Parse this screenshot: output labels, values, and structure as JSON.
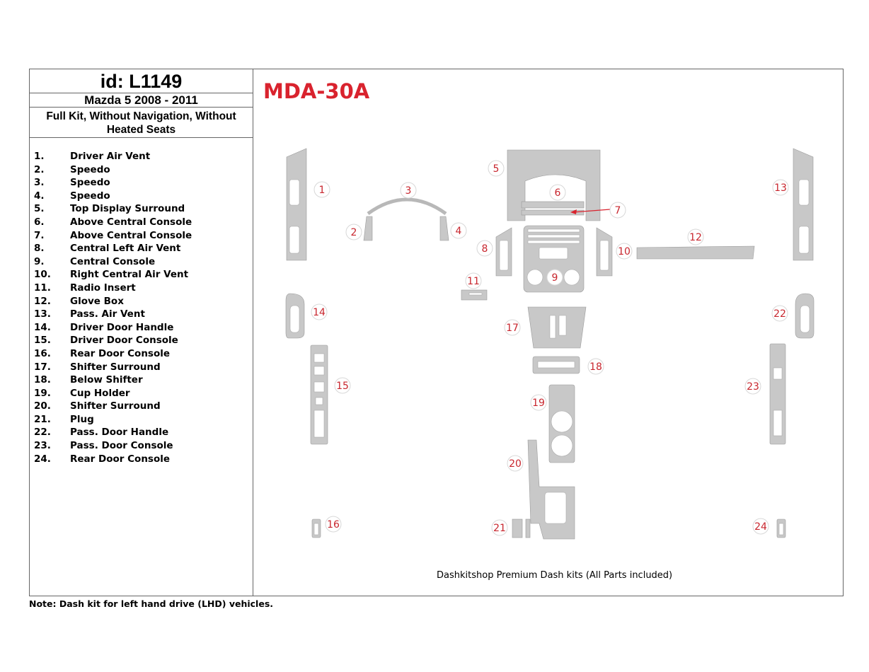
{
  "header": {
    "id_label": "id: L1149",
    "model": "Mazda 5 2008 - 2011",
    "kit_description": "Full Kit, Without Navigation, Without Heated Seats"
  },
  "product_code": "MDA-30A",
  "parts": [
    {
      "num": "1.",
      "name": "Driver Air Vent"
    },
    {
      "num": "2.",
      "name": "Speedo"
    },
    {
      "num": "3.",
      "name": "Speedo"
    },
    {
      "num": "4.",
      "name": "Speedo"
    },
    {
      "num": "5.",
      "name": "Top Display Surround"
    },
    {
      "num": "6.",
      "name": "Above Central Console"
    },
    {
      "num": "7.",
      "name": "Above Central Console"
    },
    {
      "num": "8.",
      "name": "Central Left Air Vent"
    },
    {
      "num": "9.",
      "name": "Central Console"
    },
    {
      "num": "10.",
      "name": "Right Central Air Vent"
    },
    {
      "num": "11.",
      "name": "Radio Insert"
    },
    {
      "num": "12.",
      "name": "Glove Box"
    },
    {
      "num": "13.",
      "name": "Pass. Air Vent"
    },
    {
      "num": "14.",
      "name": "Driver Door Handle"
    },
    {
      "num": "15.",
      "name": "Driver Door Console"
    },
    {
      "num": "16.",
      "name": "Rear Door Console"
    },
    {
      "num": "17.",
      "name": "Shifter Surround"
    },
    {
      "num": "18.",
      "name": "Below Shifter"
    },
    {
      "num": "19.",
      "name": "Cup Holder"
    },
    {
      "num": "20.",
      "name": "Shifter Surround"
    },
    {
      "num": "21.",
      "name": "Plug"
    },
    {
      "num": "22.",
      "name": "Pass. Door Handle"
    },
    {
      "num": "23.",
      "name": "Pass. Door Console"
    },
    {
      "num": "24.",
      "name": "Rear Door Console"
    }
  ],
  "diagram_labels": [
    "1",
    "2",
    "3",
    "4",
    "5",
    "6",
    "7",
    "8",
    "9",
    "10",
    "11",
    "12",
    "13",
    "14",
    "15",
    "16",
    "17",
    "18",
    "19",
    "20",
    "21",
    "22",
    "23",
    "24"
  ],
  "footer_caption": "Dashkitshop Premium Dash kits (All Parts included)",
  "note": "Note: Dash kit for left hand drive (LHD)  vehicles.",
  "colors": {
    "accent": "#d9232e",
    "part_fill": "#c8c8c8"
  }
}
